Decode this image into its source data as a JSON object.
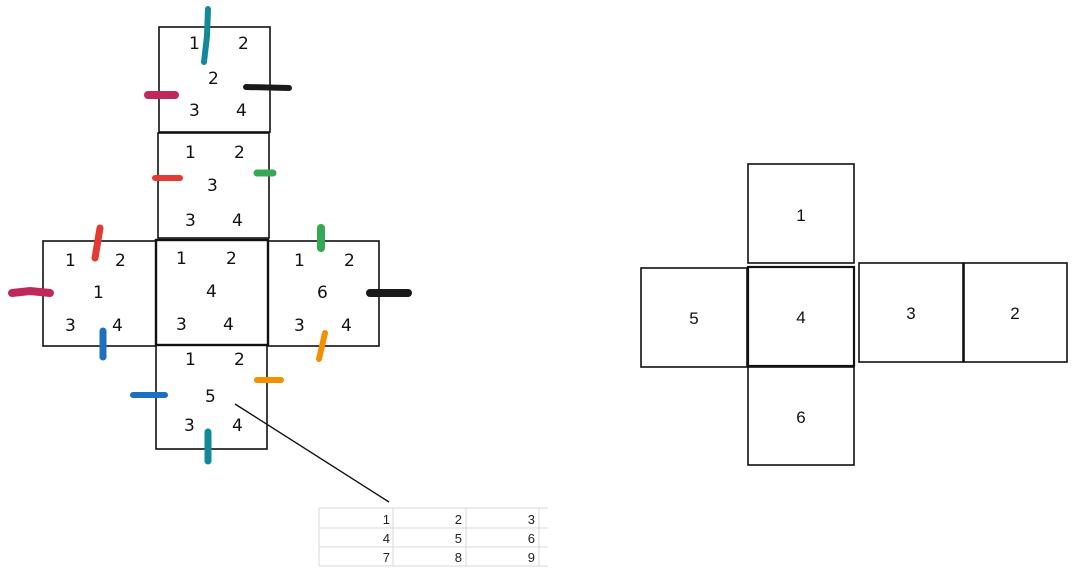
{
  "left_net": {
    "faces": [
      {
        "label": "2",
        "corners": [
          "1",
          "2",
          "3",
          "4"
        ]
      },
      {
        "label": "3",
        "corners": [
          "1",
          "2",
          "3",
          "4"
        ]
      },
      {
        "label": "1",
        "corners": [
          "1",
          "2",
          "3",
          "4"
        ]
      },
      {
        "label": "4",
        "corners": [
          "1",
          "2",
          "3",
          "4"
        ]
      },
      {
        "label": "6",
        "corners": [
          "1",
          "2",
          "3",
          "4"
        ]
      },
      {
        "label": "5",
        "corners": [
          "1",
          "2",
          "3",
          "4"
        ]
      }
    ],
    "edge_colors": {
      "teal": "#13889a",
      "magenta": "#c0285a",
      "black": "#1a1a1a",
      "red": "#e23b34",
      "green": "#34a853",
      "blue": "#1f6fc1",
      "orange": "#f29100"
    }
  },
  "right_net": {
    "faces": [
      "1",
      "5",
      "4",
      "3",
      "2",
      "6"
    ]
  },
  "grid": {
    "rows": [
      [
        "1",
        "2",
        "3"
      ],
      [
        "4",
        "5",
        "6"
      ],
      [
        "7",
        "8",
        "9"
      ]
    ]
  }
}
